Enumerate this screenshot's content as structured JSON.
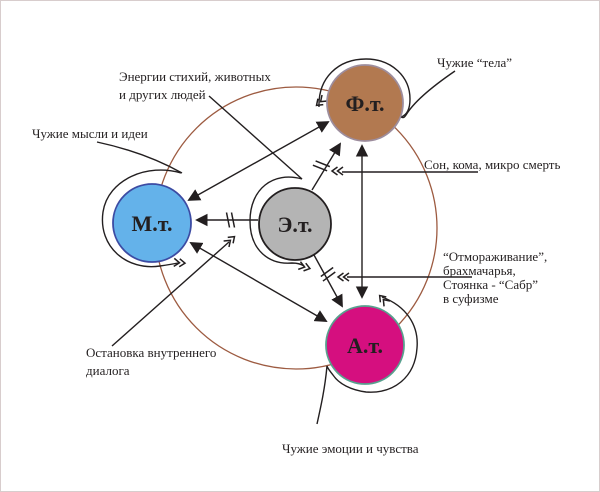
{
  "canvas": {
    "background": "#ffffff",
    "border_color": "#d8cdcd"
  },
  "palette": {
    "line": "#231f20",
    "text": "#231f20",
    "outer_circle": "#9d5b41"
  },
  "nodes": [
    {
      "id": "physical-body",
      "label": "Ф.т.",
      "fill": "#b27950",
      "ring": "#9d8d9d"
    },
    {
      "id": "mental-body",
      "label": "М.т.",
      "fill": "#64b2ea",
      "ring": "#3c4ba3"
    },
    {
      "id": "etheric-body",
      "label": "Э.т.",
      "fill": "#b4b4b4",
      "ring": "#231f20"
    },
    {
      "id": "astral-body",
      "label": "А.т.",
      "fill": "#d50f7f",
      "ring": "#58a08e"
    }
  ],
  "annotations": {
    "energies_line1": "Энергии стихий, животных",
    "energies_line2": "и других людей",
    "alien_bodies": "Чужие “тела”",
    "alien_thoughts": "Чужие мысли и идеи",
    "sleep_coma": "Сон, кома, микро смерть",
    "freezing_line1": "“Отмораживание”,",
    "freezing_line2": "брахмачарья,",
    "freezing_line3": "Стоянка - “Сабр”",
    "freezing_line4": "в суфизме",
    "inner_dialog_line1": "Остановка внутреннего",
    "inner_dialog_line2": "диалога",
    "alien_emotions": "Чужие эмоции и чувства"
  }
}
